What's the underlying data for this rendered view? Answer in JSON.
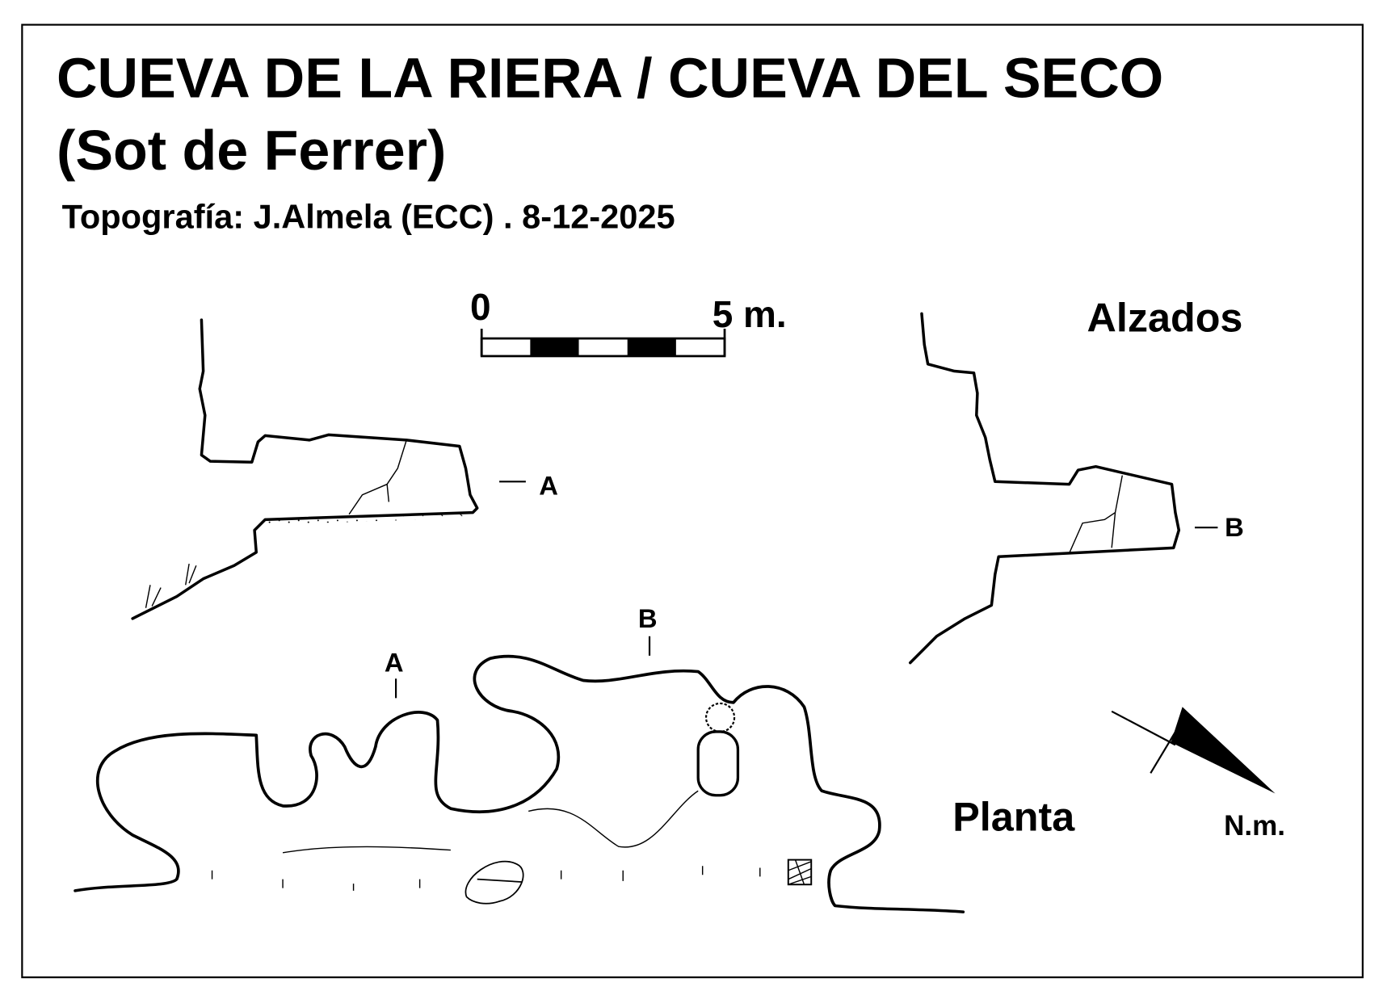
{
  "title": {
    "line1": "CUEVA DE LA RIERA  /  CUEVA DEL SECO",
    "line2": "(Sot de Ferrer)",
    "credit": "Topografía: J.Almela (ECC)  .  8-12-2025"
  },
  "scale_bar": {
    "start_label": "0",
    "end_label": "5 m.",
    "length_m": 5,
    "segments": 5
  },
  "sections": {
    "heading": "Alzados",
    "section_a_label": "A",
    "section_b_label": "B"
  },
  "plan": {
    "heading": "Planta",
    "marker_a": "A",
    "marker_b": "B"
  },
  "north": {
    "label": "N.m.",
    "icon": "north-arrow-icon"
  },
  "colors": {
    "ink": "#000000",
    "paper": "#ffffff"
  }
}
